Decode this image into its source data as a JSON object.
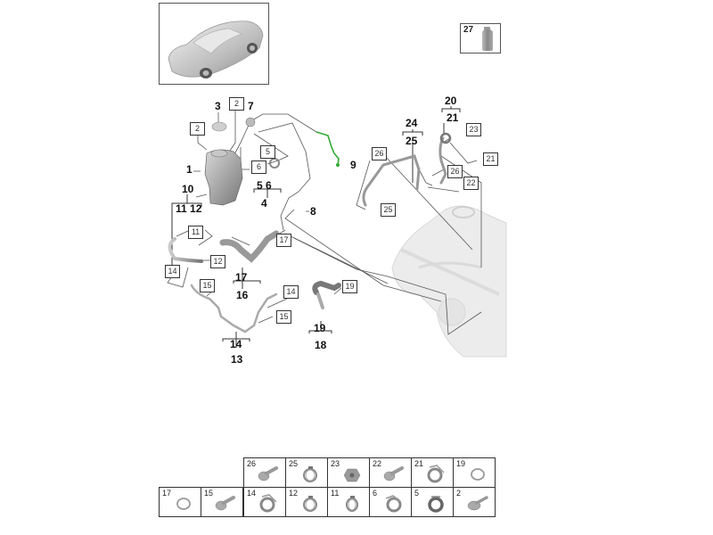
{
  "diagram": {
    "title": "Coolant expansion tank and hoses – exploded parts diagram",
    "accent_color": "#33aa33",
    "kit_part": {
      "number": "27",
      "icon": "coolant-bottle-icon"
    },
    "callout_labels": [
      {
        "id": "1",
        "text": "1"
      },
      {
        "id": "3",
        "text": "3"
      },
      {
        "id": "7",
        "text": "7"
      },
      {
        "id": "9",
        "text": "9"
      },
      {
        "id": "4",
        "text": "4"
      },
      {
        "id": "5-6",
        "text": "5  6"
      },
      {
        "id": "8",
        "text": "8"
      },
      {
        "id": "10",
        "text": "10"
      },
      {
        "id": "11-12",
        "text": "11 12"
      },
      {
        "id": "16",
        "text": "16"
      },
      {
        "id": "17b",
        "text": "17"
      },
      {
        "id": "13",
        "text": "13"
      },
      {
        "id": "14b",
        "text": "14"
      },
      {
        "id": "18",
        "text": "18"
      },
      {
        "id": "19b",
        "text": "19"
      },
      {
        "id": "24",
        "text": "24"
      },
      {
        "id": "25b",
        "text": "25"
      },
      {
        "id": "20",
        "text": "20"
      },
      {
        "id": "21b",
        "text": "21"
      }
    ],
    "boxed_labels": [
      {
        "id": "b2a",
        "text": "2"
      },
      {
        "id": "b2b",
        "text": "2"
      },
      {
        "id": "b5",
        "text": "5"
      },
      {
        "id": "b6",
        "text": "6"
      },
      {
        "id": "b11",
        "text": "11"
      },
      {
        "id": "b12",
        "text": "12"
      },
      {
        "id": "b14a",
        "text": "14"
      },
      {
        "id": "b17",
        "text": "17"
      },
      {
        "id": "b15a",
        "text": "15"
      },
      {
        "id": "b14b",
        "text": "14"
      },
      {
        "id": "b15b",
        "text": "15"
      },
      {
        "id": "b19",
        "text": "19"
      },
      {
        "id": "b26a",
        "text": "26"
      },
      {
        "id": "b25",
        "text": "25"
      },
      {
        "id": "b23",
        "text": "23"
      },
      {
        "id": "b21",
        "text": "21"
      },
      {
        "id": "b26b",
        "text": "26"
      },
      {
        "id": "b22",
        "text": "22"
      }
    ]
  },
  "parts_table": {
    "row1": [
      {
        "number": "26",
        "icon": "screw-icon"
      },
      {
        "number": "25",
        "icon": "hose-clamp-icon"
      },
      {
        "number": "23",
        "icon": "nut-icon"
      },
      {
        "number": "22",
        "icon": "screw-icon"
      },
      {
        "number": "21",
        "icon": "spring-clamp-icon"
      },
      {
        "number": "19",
        "icon": "ring-clamp-icon"
      }
    ],
    "row2": [
      {
        "number": "17",
        "icon": "ring-clamp-icon"
      },
      {
        "number": "15",
        "icon": "screw-icon"
      },
      {
        "number": "14",
        "icon": "spring-clamp-icon"
      },
      {
        "number": "12",
        "icon": "hose-clamp-icon"
      },
      {
        "number": "11",
        "icon": "hose-clamp-icon"
      },
      {
        "number": "6",
        "icon": "spring-clamp-icon"
      },
      {
        "number": "5",
        "icon": "spring-clamp-icon"
      },
      {
        "number": "2",
        "icon": "screw-icon"
      }
    ]
  }
}
